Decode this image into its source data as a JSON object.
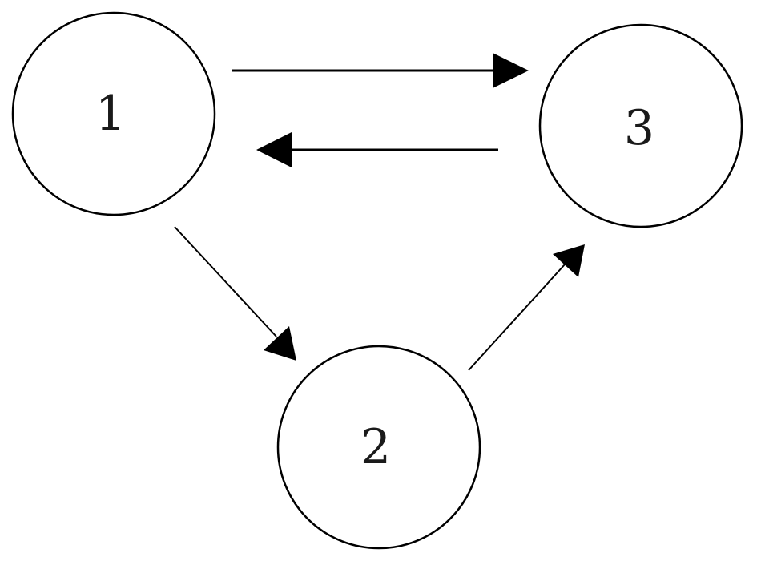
{
  "diagram": {
    "nodes": [
      {
        "id": "1",
        "label": "1"
      },
      {
        "id": "2",
        "label": "2"
      },
      {
        "id": "3",
        "label": "3"
      }
    ],
    "edges": [
      {
        "from": "1",
        "to": "3"
      },
      {
        "from": "3",
        "to": "1"
      },
      {
        "from": "1",
        "to": "2"
      },
      {
        "from": "2",
        "to": "3"
      }
    ],
    "colors": {
      "stroke": "#000000",
      "background": "#ffffff",
      "label": "#1a1a1a"
    }
  }
}
